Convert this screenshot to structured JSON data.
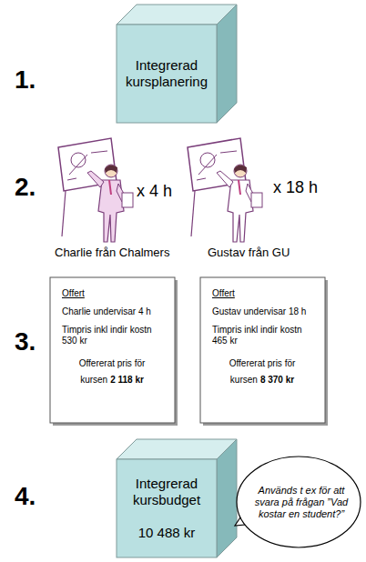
{
  "diagram": {
    "nodes": [
      {
        "text": [
          "Integrerad kursplanering"
        ]
      },
      {
        "text": [
          "Offert",
          "Charlie undervisar 4 h",
          "Timpris inkl indir kostn 530 kr",
          "Offererat pris för kursen",
          "2 118 kr"
        ]
      },
      {
        "text": [
          "Offert",
          "Gustav undervisar 18 h",
          "Timpris inkl indir kostn 465 kr",
          "Offererat pris för kursen",
          "8 370 kr"
        ]
      },
      {
        "text": [
          "Integrerad kursbudget",
          "10 488 kr"
        ]
      },
      {
        "text": [
          "Används t ex för att svara på frågan ”Vad kostar en student?”"
        ]
      }
    ],
    "labels": [
      "1.",
      "2.",
      "3.",
      "4.",
      "x 4 h",
      "x 18 h",
      "Charlie från Chalmers",
      "Gustav från GU"
    ]
  }
}
